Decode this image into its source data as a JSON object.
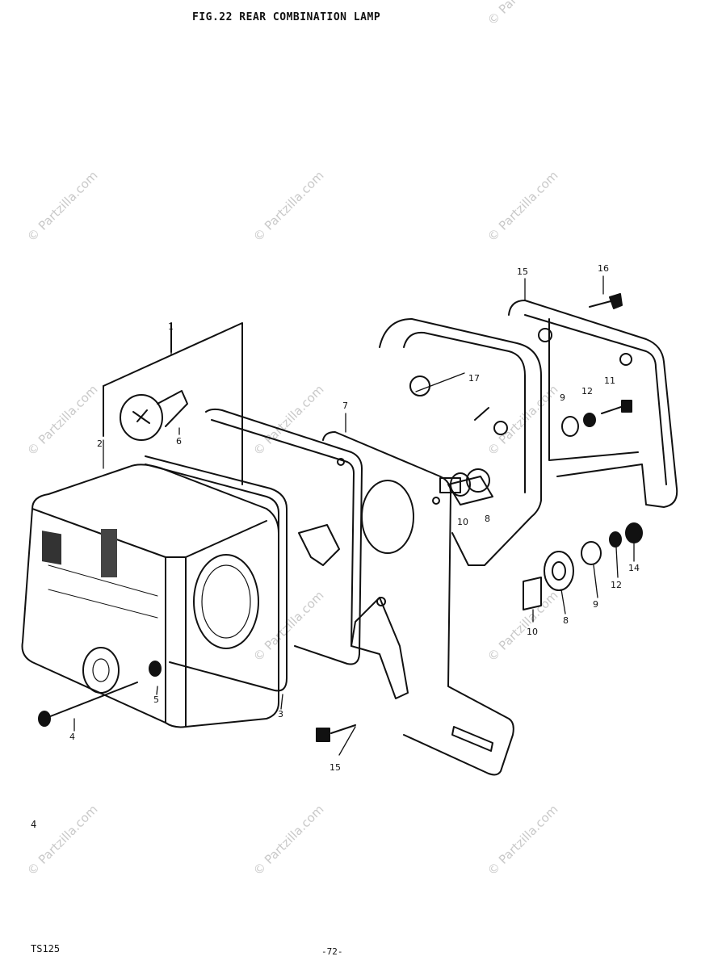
{
  "title": "FIG.22  REAR COMBINATION LAMP",
  "footer": {
    "model": "TS125",
    "page": "-72-"
  },
  "side_mark": "4",
  "watermark": "© Partzilla.com",
  "callouts": [
    {
      "id": "c1",
      "label": "1"
    },
    {
      "id": "c2",
      "label": "2"
    },
    {
      "id": "c3",
      "label": "3"
    },
    {
      "id": "c4",
      "label": "4"
    },
    {
      "id": "c5",
      "label": "5"
    },
    {
      "id": "c6",
      "label": "6"
    },
    {
      "id": "c7",
      "label": "7"
    },
    {
      "id": "c8a",
      "label": "8"
    },
    {
      "id": "c8b",
      "label": "8"
    },
    {
      "id": "c9a",
      "label": "9"
    },
    {
      "id": "c9b",
      "label": "9"
    },
    {
      "id": "c10a",
      "label": "10"
    },
    {
      "id": "c10b",
      "label": "10"
    },
    {
      "id": "c11",
      "label": "11"
    },
    {
      "id": "c12a",
      "label": "12"
    },
    {
      "id": "c12b",
      "label": "12"
    },
    {
      "id": "c14",
      "label": "14"
    },
    {
      "id": "c15a",
      "label": "15"
    },
    {
      "id": "c15b",
      "label": "15"
    },
    {
      "id": "c16",
      "label": "16"
    },
    {
      "id": "c17",
      "label": "17"
    }
  ]
}
